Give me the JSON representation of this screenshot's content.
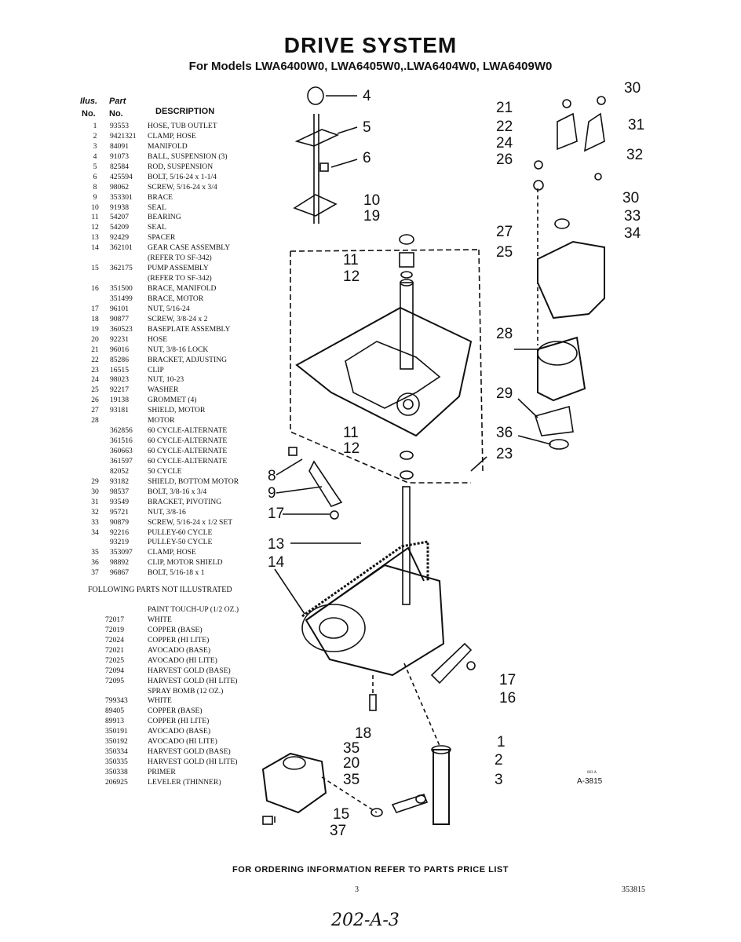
{
  "header": {
    "title": "DRIVE SYSTEM",
    "subtitle": "For Models LWA6400W0, LWA6405W0,.LWA6404W0, LWA6409W0"
  },
  "table_header": {
    "col1_top": "Ilus.",
    "col2_top": "Part",
    "col1_bottom": "No.",
    "col2_bottom": "No.",
    "col3": "DESCRIPTION"
  },
  "parts": [
    {
      "ilus": "1",
      "part": "93553",
      "desc": "HOSE, TUB OUTLET"
    },
    {
      "ilus": "2",
      "part": "9421321",
      "desc": "CLAMP, HOSE"
    },
    {
      "ilus": "3",
      "part": "84091",
      "desc": "MANIFOLD"
    },
    {
      "ilus": "4",
      "part": "91073",
      "desc": "BALL, SUSPENSION (3)"
    },
    {
      "ilus": "5",
      "part": "82584",
      "desc": "ROD, SUSPENSION"
    },
    {
      "ilus": "6",
      "part": "425594",
      "desc": "BOLT, 5/16-24 x 1-1/4"
    },
    {
      "ilus": "8",
      "part": "98062",
      "desc": "SCREW, 5/16-24 x 3/4"
    },
    {
      "ilus": "9",
      "part": "353301",
      "desc": "BRACE"
    },
    {
      "ilus": "10",
      "part": "91938",
      "desc": "SEAL"
    },
    {
      "ilus": "11",
      "part": "54207",
      "desc": "BEARING"
    },
    {
      "ilus": "12",
      "part": "54209",
      "desc": "SEAL"
    },
    {
      "ilus": "13",
      "part": "92429",
      "desc": "SPACER"
    },
    {
      "ilus": "14",
      "part": "362101",
      "desc": "GEAR CASE ASSEMBLY"
    },
    {
      "ilus": "",
      "part": "",
      "desc": "(REFER TO SF-342)"
    },
    {
      "ilus": "15",
      "part": "362175",
      "desc": "PUMP ASSEMBLY"
    },
    {
      "ilus": "",
      "part": "",
      "desc": "(REFER TO SF-342)"
    },
    {
      "ilus": "16",
      "part": "351500",
      "desc": "BRACE, MANIFOLD"
    },
    {
      "ilus": "",
      "part": "351499",
      "desc": "BRACE, MOTOR"
    },
    {
      "ilus": "17",
      "part": "96101",
      "desc": "NUT, 5/16-24"
    },
    {
      "ilus": "18",
      "part": "90877",
      "desc": "SCREW, 3/8-24 x 2"
    },
    {
      "ilus": "19",
      "part": "360523",
      "desc": "BASEPLATE ASSEMBLY"
    },
    {
      "ilus": "20",
      "part": "92231",
      "desc": "HOSE"
    },
    {
      "ilus": "21",
      "part": "96016",
      "desc": "NUT, 3/8-16 LOCK"
    },
    {
      "ilus": "22",
      "part": "85286",
      "desc": "BRACKET, ADJUSTING"
    },
    {
      "ilus": "23",
      "part": "16515",
      "desc": "CLIP"
    },
    {
      "ilus": "24",
      "part": "98023",
      "desc": "NUT, 10-23"
    },
    {
      "ilus": "25",
      "part": "92217",
      "desc": "WASHER"
    },
    {
      "ilus": "26",
      "part": "19138",
      "desc": "GROMMET (4)"
    },
    {
      "ilus": "27",
      "part": "93181",
      "desc": "SHIELD, MOTOR"
    },
    {
      "ilus": "28",
      "part": "",
      "desc": "MOTOR"
    },
    {
      "ilus": "",
      "part": "362856",
      "desc": "60 CYCLE-ALTERNATE"
    },
    {
      "ilus": "",
      "part": "361516",
      "desc": "60 CYCLE-ALTERNATE"
    },
    {
      "ilus": "",
      "part": "360663",
      "desc": "60 CYCLE-ALTERNATE"
    },
    {
      "ilus": "",
      "part": "361597",
      "desc": "60 CYCLE-ALTERNATE"
    },
    {
      "ilus": "",
      "part": "82052",
      "desc": "50 CYCLE"
    },
    {
      "ilus": "29",
      "part": "93182",
      "desc": "SHIELD, BOTTOM MOTOR"
    },
    {
      "ilus": "30",
      "part": "98537",
      "desc": "BOLT, 3/8-16 x 3/4"
    },
    {
      "ilus": "31",
      "part": "93549",
      "desc": "BRACKET, PIVOTING"
    },
    {
      "ilus": "32",
      "part": "95721",
      "desc": "NUT, 3/8-16"
    },
    {
      "ilus": "33",
      "part": "90879",
      "desc": "SCREW, 5/16-24 x 1/2 SET"
    },
    {
      "ilus": "34",
      "part": "92216",
      "desc": "PULLEY-60 CYCLE"
    },
    {
      "ilus": "",
      "part": "93219",
      "desc": "PULLEY-50 CYCLE"
    },
    {
      "ilus": "35",
      "part": "353097",
      "desc": "CLAMP, HOSE"
    },
    {
      "ilus": "36",
      "part": "98892",
      "desc": "CLIP, MOTOR SHIELD"
    },
    {
      "ilus": "37",
      "part": "96867",
      "desc": "BOLT, 5/16-18 x 1"
    }
  ],
  "not_illustrated": "FOLLOWING PARTS NOT ILLUSTRATED",
  "paints": [
    {
      "part": "",
      "desc": "PAINT TOUCH-UP (1/2 OZ.)"
    },
    {
      "part": "72017",
      "desc": "WHITE"
    },
    {
      "part": "72019",
      "desc": "COPPER (BASE)"
    },
    {
      "part": "72024",
      "desc": "COPPER (HI LITE)"
    },
    {
      "part": "72021",
      "desc": "AVOCADO (BASE)"
    },
    {
      "part": "72025",
      "desc": "AVOCADO (HI LITE)"
    },
    {
      "part": "72094",
      "desc": "HARVEST GOLD (BASE)"
    },
    {
      "part": "72095",
      "desc": "HARVEST GOLD (HI LITE)"
    },
    {
      "part": "",
      "desc": "SPRAY BOMB (12 OZ.)"
    },
    {
      "part": "799343",
      "desc": "WHITE"
    },
    {
      "part": "89405",
      "desc": "COPPER (BASE)"
    },
    {
      "part": "89913",
      "desc": "COPPER (HI LITE)"
    },
    {
      "part": "350191",
      "desc": "AVOCADO (BASE)"
    },
    {
      "part": "350192",
      "desc": "AVOCADO (HI LITE)"
    },
    {
      "part": "350334",
      "desc": "HARVEST GOLD (BASE)"
    },
    {
      "part": "350335",
      "desc": "HARVEST GOLD (HI LITE)"
    },
    {
      "part": "350338",
      "desc": "PRIMER"
    },
    {
      "part": "206925",
      "desc": "LEVELER (THINNER)"
    }
  ],
  "callouts": [
    "4",
    "5",
    "6",
    "10",
    "19",
    "11",
    "12",
    "21",
    "22",
    "24",
    "26",
    "30",
    "31",
    "32",
    "33",
    "34",
    "27",
    "25",
    "28",
    "29",
    "36",
    "23",
    "11",
    "12",
    "8",
    "9",
    "17",
    "13",
    "14",
    "17",
    "16",
    "18",
    "35",
    "20",
    "35",
    "1",
    "2",
    "3",
    "15",
    "37",
    "30"
  ],
  "diagram_ref": "A-3815",
  "diagram_ref_small": "063 A",
  "footer": "FOR ORDERING INFORMATION REFER TO PARTS PRICE LIST",
  "page_number": "3",
  "doc_number": "353815",
  "handwritten": "202-A-3"
}
